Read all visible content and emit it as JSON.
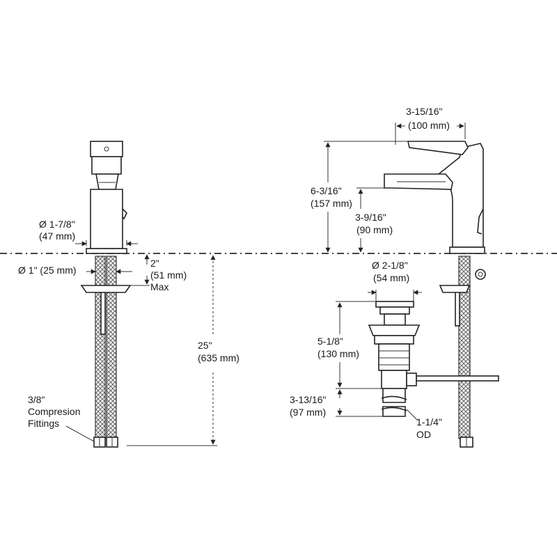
{
  "dimensions": {
    "spout_reach": "3-15/16\"",
    "spout_reach_mm": "(100 mm)",
    "faucet_height": "6-3/16\"",
    "faucet_height_mm": "(157 mm)",
    "spout_height": "3-9/16\"",
    "spout_height_mm": "(90 mm)",
    "base_diameter": "Ø 1-7/8\"",
    "base_diameter_mm": "(47 mm)",
    "shank_diameter": "Ø 1\" (25 mm)",
    "deck_thickness": "2\"",
    "deck_thickness_mm": "(51 mm)",
    "deck_thickness_note": "Max",
    "supply_length": "25\"",
    "supply_length_mm": "(635 mm)",
    "drain_flange": "Ø 2-1/8\"",
    "drain_flange_mm": "(54 mm)",
    "drain_height": "5-1/8\"",
    "drain_height_mm": "(130 mm)",
    "tailpiece_length": "3-13/16\"",
    "tailpiece_length_mm": "(97 mm)"
  },
  "notes": {
    "fittings_line1": "3/8\"",
    "fittings_line2": "Compresion",
    "fittings_line3": "Fittings",
    "tailpiece_od": "1-1/4\"",
    "tailpiece_od_unit": "OD"
  }
}
